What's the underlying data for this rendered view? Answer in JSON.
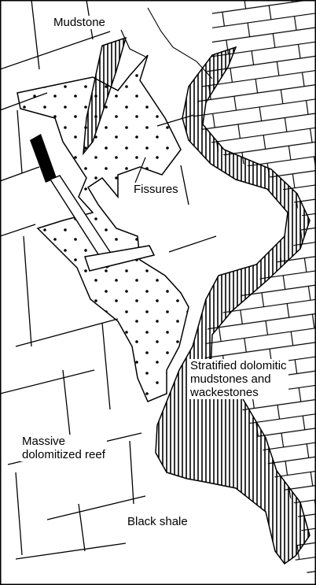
{
  "labels": {
    "mudstone": "Mudstone",
    "fissures": "Fissures",
    "stratified": [
      "Stratified dolomitic",
      "mudstones and",
      "wackestones"
    ],
    "massive": [
      "Massive",
      "dolomitized reef"
    ],
    "black_shale": "Black shale"
  },
  "colors": {
    "ink": "#000000",
    "paper": "#ffffff"
  },
  "icons": {
    "tool": "rock-hammer-icon"
  }
}
